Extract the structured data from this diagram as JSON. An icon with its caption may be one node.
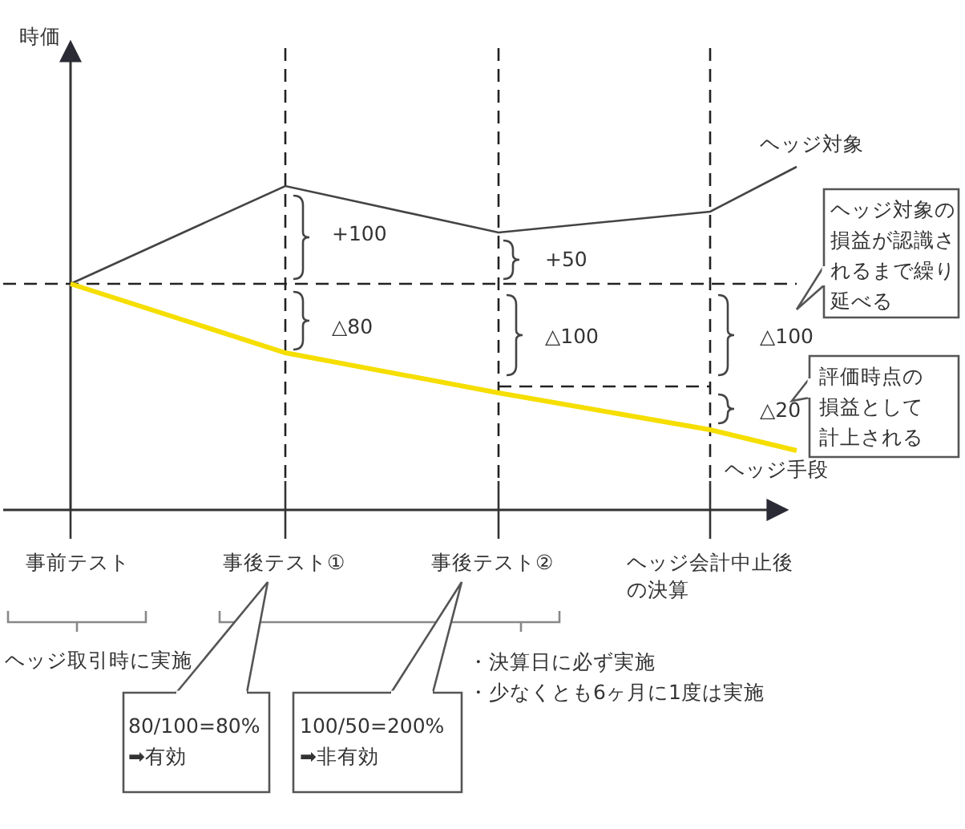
{
  "diagram": {
    "nodes": [
      {
        "text": [
          "ヘッジ対象の損益が認識されるまで繰り延べる"
        ]
      },
      {
        "text": [
          "評価時点の損益として計上される"
        ]
      },
      {
        "text": [
          "80/100=80% ➡有効"
        ]
      },
      {
        "text": [
          "100/50=200% ➡非有効"
        ]
      }
    ],
    "labels": [
      "時価",
      "ヘッジ対象",
      "+100",
      "+50",
      "△80",
      "△100",
      "△100",
      "△20",
      "ヘッジ手段",
      "事前テスト",
      "事後テスト①",
      "事後テスト②",
      "ヘッジ会計中止後の決算",
      "ヘッジ取引時に実施",
      "・決算日に必ず実施",
      "・少なくとも6ヶ月に1度は実施"
    ]
  }
}
